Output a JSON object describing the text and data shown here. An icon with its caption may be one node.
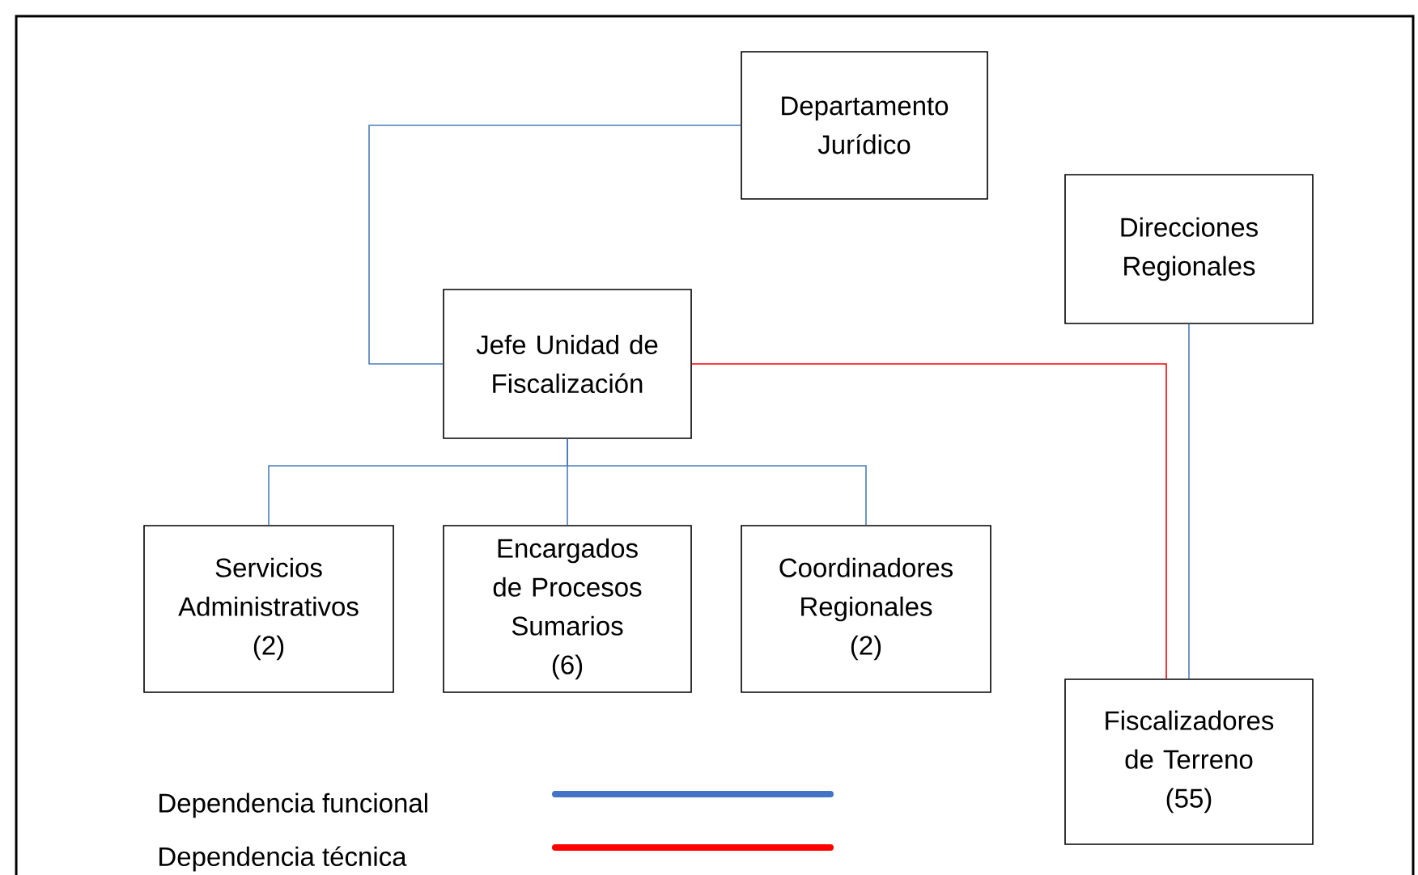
{
  "diagram": {
    "nodes": [
      {
        "text": [
          "Departamento Jurídico"
        ]
      },
      {
        "text": [
          "Direcciones Regionales"
        ]
      },
      {
        "text": [
          "Jefe Unidad de Fiscalización"
        ]
      },
      {
        "text": [
          "Servicios Administrativos",
          "(2)"
        ]
      },
      {
        "text": [
          "Encargados de Procesos Sumarios",
          "(6)"
        ]
      },
      {
        "text": [
          "Coordinadores Regionales",
          "(2)"
        ]
      },
      {
        "text": [
          "Fiscalizadores de Terreno",
          "(55)"
        ]
      }
    ],
    "edges": [
      {
        "from": 0,
        "to": 2,
        "arrow": "none"
      },
      {
        "from": 2,
        "to": 3,
        "arrow": "none"
      },
      {
        "from": 2,
        "to": 4,
        "arrow": "none"
      },
      {
        "from": 2,
        "to": 5,
        "arrow": "none"
      },
      {
        "from": 2,
        "to": 6,
        "arrow": "none",
        "color": "#ff0000"
      },
      {
        "from": 1,
        "to": 6,
        "arrow": "none"
      }
    ],
    "legend": [
      {
        "text": "Dependencia funcional"
      },
      {
        "text": "Dependencia técnica"
      }
    ]
  }
}
